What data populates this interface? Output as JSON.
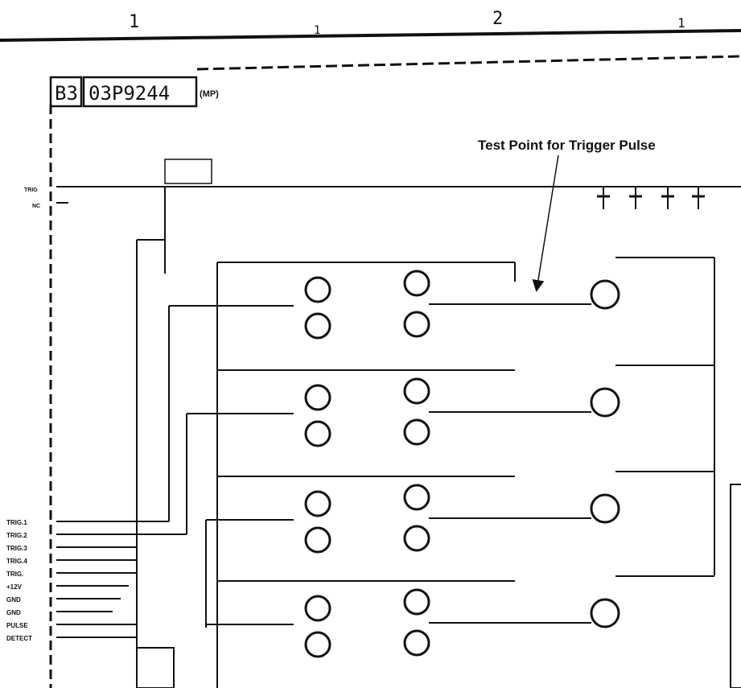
{
  "zone_markers": [
    "1",
    "1",
    "2",
    "1"
  ],
  "board": {
    "id": "B3",
    "part_number": "03P9244",
    "suffix": "(MP)"
  },
  "callout": {
    "text": "Test Point for Trigger Pulse"
  },
  "connector_pins": [
    "TRIG.1",
    "TRIG.2",
    "TRIG.3",
    "TRIG.4",
    "TRIG.",
    "+12V",
    "GND",
    "GND",
    "PULSE",
    "DETECT"
  ],
  "top_pins": [
    "TRIG",
    "NC"
  ]
}
